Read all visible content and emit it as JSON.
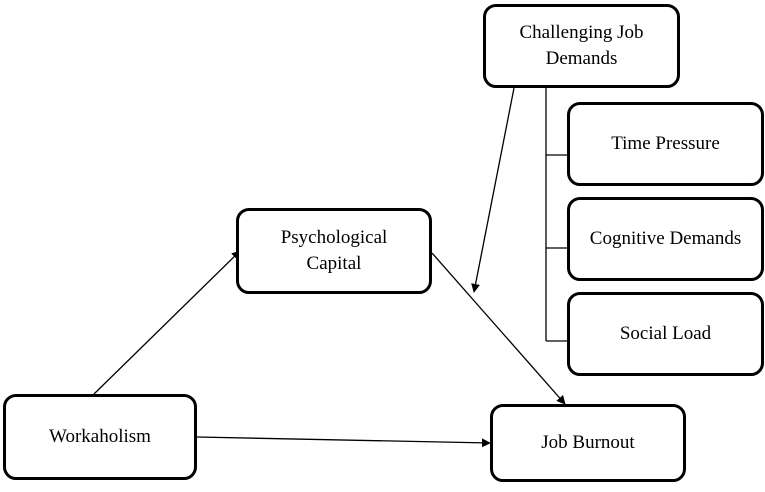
{
  "nodes": {
    "challenging_job_demands": {
      "line1": "Challenging Job",
      "line2": "Demands"
    },
    "time_pressure": "Time Pressure",
    "cognitive_demands": "Cognitive Demands",
    "social_load": "Social Load",
    "psychological_capital": {
      "line1": "Psychological",
      "line2": "Capital"
    },
    "workaholism": "Workaholism",
    "job_burnout": "Job Burnout"
  },
  "edges": [
    {
      "from": "workaholism",
      "to": "psychological_capital",
      "type": "arrow"
    },
    {
      "from": "workaholism",
      "to": "job_burnout",
      "type": "arrow"
    },
    {
      "from": "psychological_capital",
      "to": "job_burnout",
      "type": "arrow"
    },
    {
      "from": "challenging_job_demands",
      "to": "psychological_capital->job_burnout",
      "type": "moderation-arrow"
    },
    {
      "from": "challenging_job_demands",
      "to": "time_pressure",
      "type": "bracket"
    },
    {
      "from": "challenging_job_demands",
      "to": "cognitive_demands",
      "type": "bracket"
    },
    {
      "from": "challenging_job_demands",
      "to": "social_load",
      "type": "bracket"
    }
  ],
  "colors": {
    "line": "#000000",
    "box_fill": "#ffffff",
    "text": "#000000"
  }
}
